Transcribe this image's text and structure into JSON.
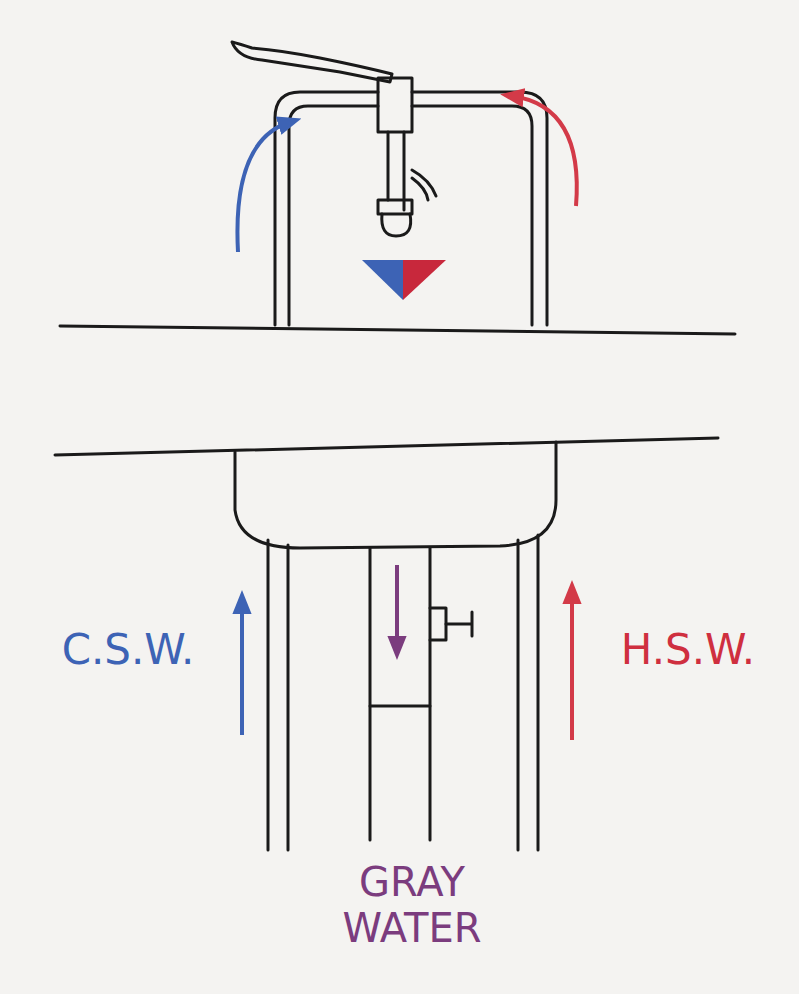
{
  "diagram": {
    "labels": [
      "C.S.W.",
      "H.S.W.",
      "GRAY WATER"
    ]
  }
}
